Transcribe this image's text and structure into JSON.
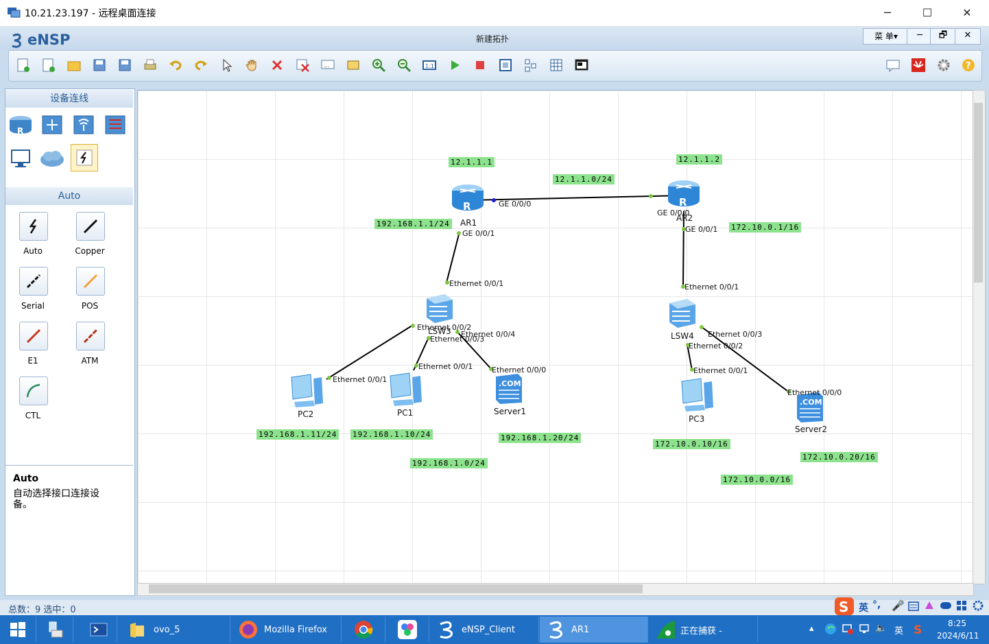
{
  "window": {
    "title": "10.21.23.197 - 远程桌面连接",
    "minimize": "─",
    "maximize": "☐",
    "close": "✕"
  },
  "app": {
    "logo": "eNSP",
    "title": "新建拓扑",
    "menu_label": "菜 单▾",
    "min": "─",
    "restore": "🗗",
    "close": "✕"
  },
  "left": {
    "section1": "设备连线",
    "section2": "Auto",
    "cables": [
      {
        "label": "Auto"
      },
      {
        "label": "Copper"
      },
      {
        "label": "Serial"
      },
      {
        "label": "POS"
      },
      {
        "label": "E1"
      },
      {
        "label": "ATM"
      },
      {
        "label": "CTL"
      }
    ],
    "desc_title": "Auto",
    "desc_text": "自动选择接口连接设备。"
  },
  "topology": {
    "devices": {
      "ar1": "AR1",
      "ar2": "AR2",
      "lsw3": "LSW3",
      "lsw4": "LSW4",
      "pc1": "PC1",
      "pc2": "PC2",
      "pc3": "PC3",
      "server1": "Server1",
      "server2": "Server2"
    },
    "ports": {
      "ar1_ge000": "GE 0/0/0",
      "ar1_ge001": "GE 0/0/1",
      "ar2_ge000": "GE 0/0/0",
      "ar2_ge001": "GE 0/0/1",
      "lsw3_e1": "Ethernet 0/0/1",
      "lsw3_e2": "Ethernet 0/0/2",
      "lsw3_e3": "Ethernet 0/0/3",
      "lsw3_e4": "Ethernet 0/0/4",
      "pc2_e": "Ethernet 0/0/1",
      "pc1_e": "Ethernet 0/0/1",
      "server1_e": "Ethernet 0/0/0",
      "lsw4_e1": "Ethernet 0/0/1",
      "lsw4_e2": "Ethernet 0/0/2",
      "lsw4_e3": "Ethernet 0/0/3",
      "pc3_e": "Ethernet 0/0/1",
      "server2_e": "Ethernet 0/0/0"
    },
    "labels": {
      "ar1_ip": "12.1.1.1",
      "ar2_ip": "12.1.1.2",
      "link_net": "12.1.1.0/24",
      "ar1_lan": "192.168.1.1/24",
      "ar2_lan": "172.10.0.1/16",
      "pc2_ip": "192.168.1.11/24",
      "pc1_ip": "192.168.1.10/24",
      "server1_ip": "192.168.1.20/24",
      "lan1_net": "192.168.1.0/24",
      "pc3_ip": "172.10.0.10/16",
      "server2_ip": "172.10.0.20/16",
      "lan2_net": "172.10.0.0/16"
    },
    "colors": {
      "ip_bg": "#8de28d",
      "port_dot": "#7dc742",
      "link": "#000000"
    }
  },
  "status": {
    "text": "总数：9 选中：0"
  },
  "taskbar": {
    "items": [
      {
        "label": "ovo_5"
      },
      {
        "label": "Mozilla Firefox"
      },
      {
        "label": "eNSP_Client"
      },
      {
        "label": "AR1"
      },
      {
        "label": "正在捕获 -"
      }
    ],
    "ime": "英",
    "ime2": "英",
    "time": "8:25",
    "date": "2024/6/11"
  }
}
